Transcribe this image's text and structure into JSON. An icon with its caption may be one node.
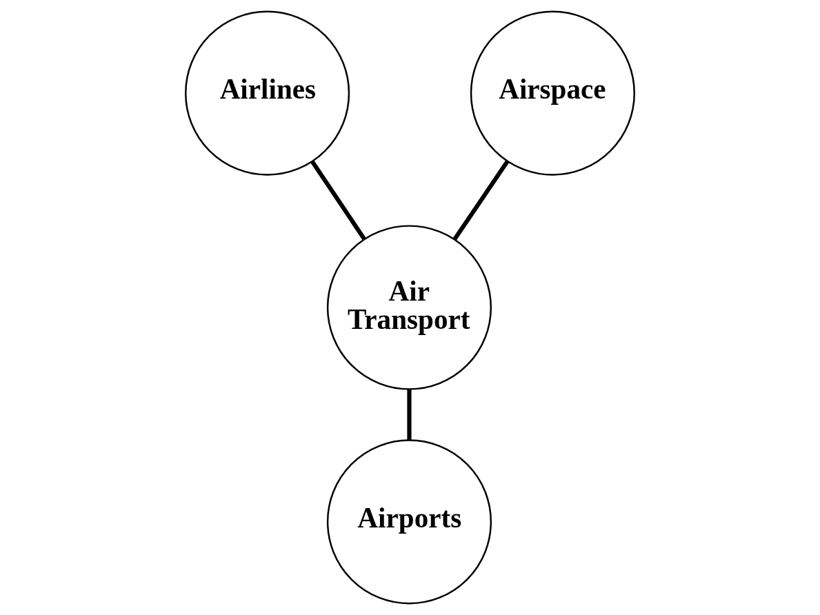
{
  "diagram": {
    "nodes": [
      {
        "text": [
          "Airlines"
        ]
      },
      {
        "text": [
          "Airspace"
        ]
      },
      {
        "text": [
          "Air Transport"
        ]
      },
      {
        "text": [
          "Airports"
        ]
      }
    ],
    "edges": [
      {
        "from": 0,
        "to": 2,
        "arrow": "none"
      },
      {
        "from": 1,
        "to": 2,
        "arrow": "none"
      },
      {
        "from": 2,
        "to": 3,
        "arrow": "none"
      }
    ]
  }
}
